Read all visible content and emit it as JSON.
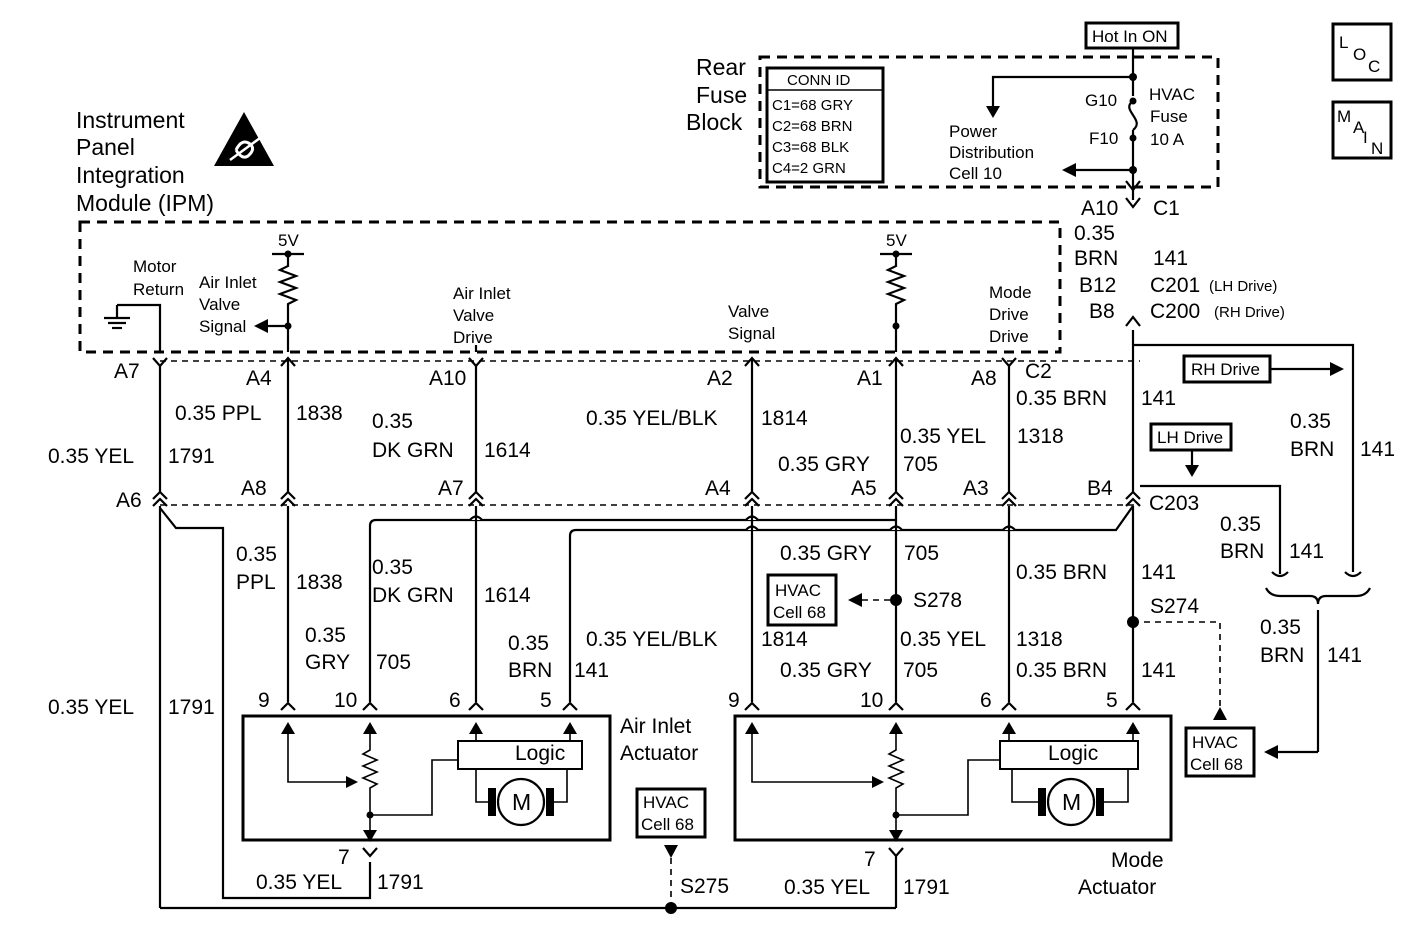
{
  "ipm": {
    "title_lines": [
      "Instrument",
      "Panel",
      "Integration",
      "Module (IPM)"
    ],
    "supply_5v": "5V",
    "motor_return": [
      "Motor",
      "Return"
    ],
    "air_inlet_valve_signal": [
      "Air Inlet",
      "Valve",
      "Signal"
    ],
    "air_inlet_valve_drive": [
      "Air Inlet",
      "Valve",
      "Drive"
    ],
    "valve_signal": [
      "Valve",
      "Signal"
    ],
    "mode_drive": [
      "Mode",
      "Drive",
      "Drive"
    ]
  },
  "fuse_block": {
    "title_lines": [
      "Rear",
      "Fuse",
      "Block"
    ],
    "hot_in_on": "Hot In ON",
    "conn_id_title": "CONN ID",
    "conn_id_rows": [
      "C1=68 GRY",
      "C2=68 BRN",
      "C3=68 BLK",
      "C4=2 GRN"
    ],
    "g10": "G10",
    "f10": "F10",
    "fuse_label": [
      "HVAC",
      "Fuse",
      "10 A"
    ],
    "power_dist": [
      "Power",
      "Distribution",
      "Cell 10"
    ]
  },
  "nav_buttons": {
    "loc": [
      "L",
      "O",
      "C"
    ],
    "main": [
      "M",
      "A",
      "I",
      "N"
    ]
  },
  "connectors": {
    "top_row": [
      "A7",
      "A4",
      "A10",
      "A2",
      "A1",
      "A8",
      "C2"
    ],
    "mid_row": [
      "A6",
      "A8",
      "A7",
      "A4",
      "A5",
      "A3",
      "B4",
      "C203"
    ],
    "a10_c1": [
      "A10",
      "C1"
    ],
    "b12": "B12",
    "b8": "B8",
    "c201": "C201",
    "c201_note": "(LH Drive)",
    "c200": "C200",
    "c200_note": "(RH Drive)",
    "air_pins": [
      "9",
      "10",
      "6",
      "5"
    ],
    "mode_pins": [
      "9",
      "10",
      "6",
      "5"
    ],
    "pin7": "7"
  },
  "wires": {
    "yel": "0.35 YEL",
    "c1791": "1791",
    "ppl": "0.35 PPL",
    "c1838": "1838",
    "p035": "0.35",
    "ppl_short": "PPL",
    "dkgrn": "DK GRN",
    "c1614": "1614",
    "yelblk": "0.35 YEL/BLK",
    "c1814": "1814",
    "yel_short": "0.35 YEL",
    "c1318": "1318",
    "gry": "0.35 GRY",
    "c705": "705",
    "gry_short": "GRY",
    "brn": "0.35 BRN",
    "brn_short": "BRN",
    "c141": "141"
  },
  "drive_tags": {
    "rh": "RH Drive",
    "lh": "LH Drive"
  },
  "splices": {
    "s278": "S278",
    "s274": "S274",
    "s275": "S275",
    "hvac_cell": [
      "HVAC",
      "Cell 68"
    ]
  },
  "actuators": {
    "air_inlet": [
      "Air Inlet",
      "Actuator"
    ],
    "mode": [
      "Mode",
      "Actuator"
    ],
    "logic": "Logic",
    "motor": "M"
  }
}
